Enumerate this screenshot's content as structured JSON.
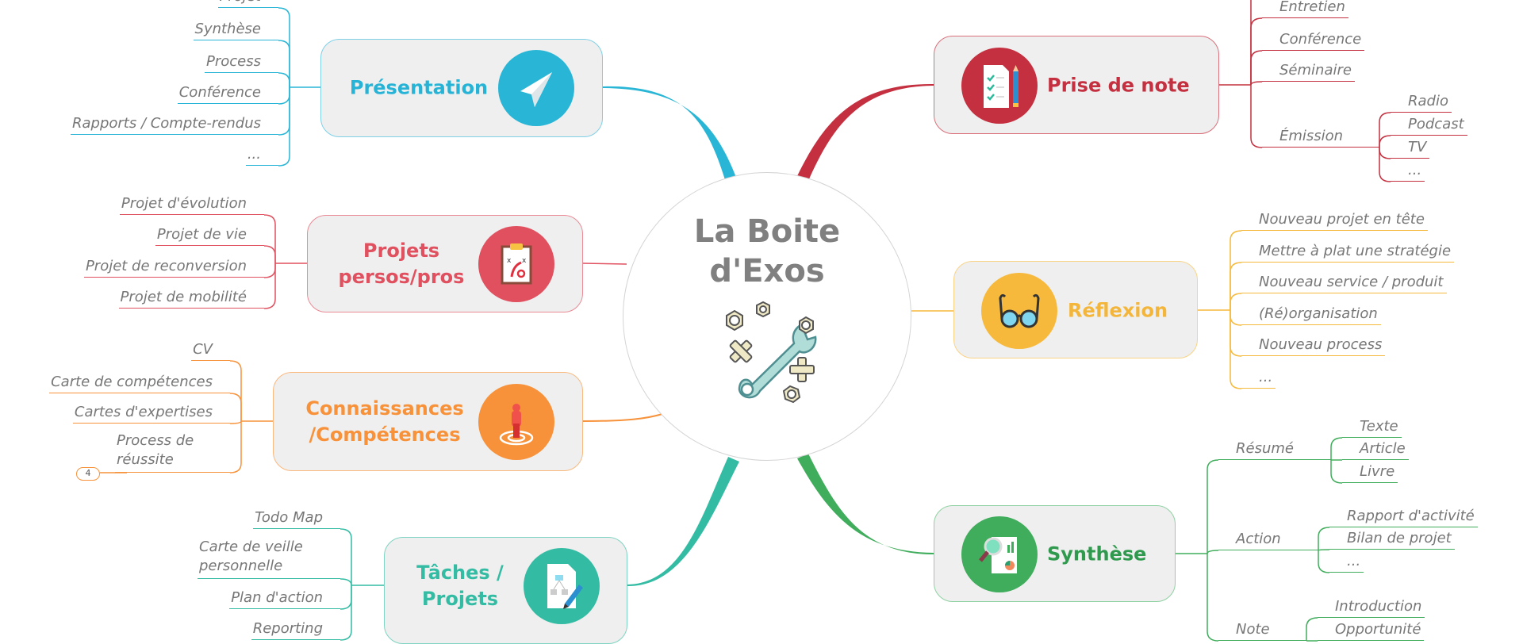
{
  "center": {
    "title_line1": "La Boite",
    "title_line2": "d'Exos",
    "icon": "wrench-and-nuts-icon"
  },
  "branches": {
    "presentation": {
      "label": "Présentation",
      "color": "#29b6d6",
      "icon": "paper-plane-icon",
      "items": [
        "Projet",
        "Synthèse",
        "Process",
        "Conférence",
        "Rapports / Compte-rendus",
        "..."
      ]
    },
    "projets": {
      "label_line1": "Projets",
      "label_line2": "persos/pros",
      "color": "#e0505f",
      "icon": "clipboard-strategy-icon",
      "items": [
        "Projet d'évolution",
        "Projet de vie",
        "Projet de reconversion",
        "Projet de mobilité"
      ]
    },
    "connaissances": {
      "label_line1": "Connaissances",
      "label_line2": "/Compétences",
      "color": "#f7923a",
      "icon": "person-target-icon",
      "items": [
        "CV",
        "Carte de compétences",
        "Cartes d'expertises",
        "Process de réussite"
      ],
      "collapsed_count": "4"
    },
    "taches": {
      "label_line1": "Tâches /",
      "label_line2": "Projets",
      "color": "#33bca3",
      "icon": "document-diagram-icon",
      "items": [
        "Todo Map",
        "Carte de veille personnelle",
        "Plan d'action",
        "Reporting"
      ]
    },
    "prise": {
      "label": "Prise de note",
      "color": "#c4303f",
      "icon": "checklist-pencil-icon",
      "items": [
        "Entretien",
        "Conférence",
        "Séminaire",
        "Émission"
      ],
      "emission_items": [
        "Radio",
        "Podcast",
        "TV",
        "..."
      ]
    },
    "reflexion": {
      "label": "Réflexion",
      "color": "#f6b93b",
      "icon": "glasses-icon",
      "items": [
        "Nouveau projet en tête",
        "Mettre à plat une stratégie",
        "Nouveau service / produit",
        "(Ré)organisation",
        "Nouveau process",
        "..."
      ]
    },
    "synthese": {
      "label": "Synthèse",
      "color": "#40ad5c",
      "icon": "magnifier-report-icon",
      "items": [
        "Résumé",
        "Action",
        "Note"
      ],
      "resume_items": [
        "Texte",
        "Article",
        "Livre"
      ],
      "action_items": [
        "Rapport d'activité",
        "Bilan de projet",
        "..."
      ],
      "note_items": [
        "Introduction",
        "Opportunité"
      ]
    }
  }
}
